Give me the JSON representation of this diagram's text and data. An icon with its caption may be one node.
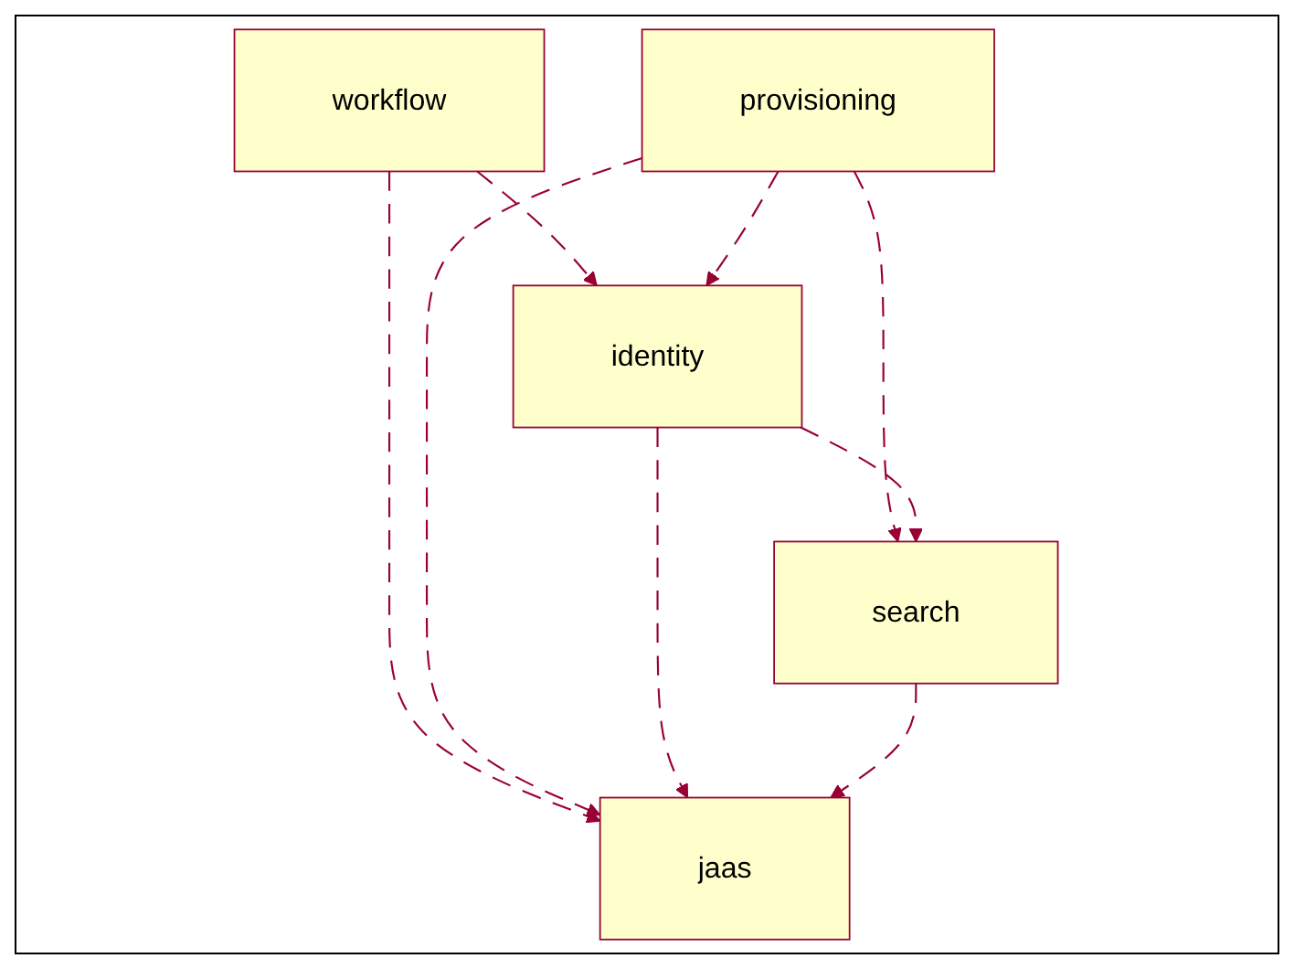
{
  "diagram": {
    "nodes": [
      {
        "text": [
          "workflow"
        ]
      },
      {
        "text": [
          "provisioning"
        ]
      },
      {
        "text": [
          "identity"
        ]
      },
      {
        "text": [
          "search"
        ]
      },
      {
        "text": [
          "jaas"
        ]
      }
    ],
    "edges": [
      {
        "from": 0,
        "to": 2,
        "arrow": "to",
        "style": "dashed"
      },
      {
        "from": 0,
        "to": 4,
        "arrow": "to",
        "style": "dashed"
      },
      {
        "from": 1,
        "to": 2,
        "arrow": "to",
        "style": "dashed"
      },
      {
        "from": 1,
        "to": 4,
        "arrow": "to",
        "style": "dashed"
      },
      {
        "from": 1,
        "to": 3,
        "arrow": "to",
        "style": "dashed"
      },
      {
        "from": 2,
        "to": 4,
        "arrow": "to",
        "style": "dashed"
      },
      {
        "from": 2,
        "to": 3,
        "arrow": "to",
        "style": "dashed"
      },
      {
        "from": 3,
        "to": 4,
        "arrow": "to",
        "style": "dashed"
      }
    ]
  }
}
